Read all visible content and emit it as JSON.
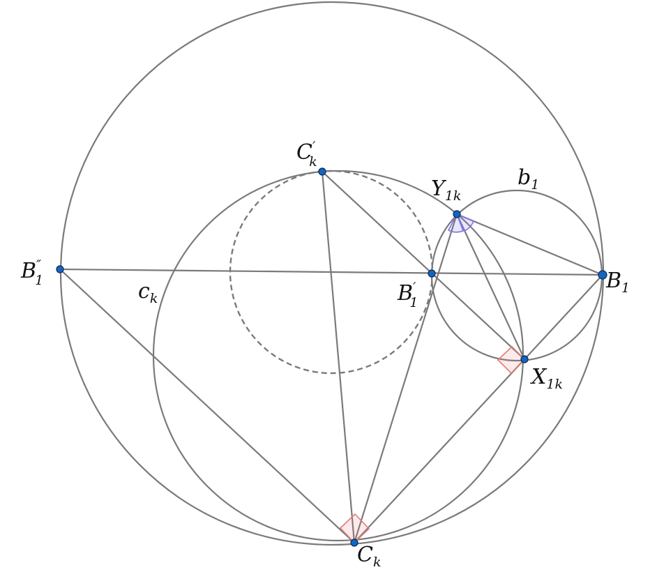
{
  "diagram": {
    "points": {
      "C_k_prime": {
        "letter": "C",
        "prime": "′",
        "sub": "k"
      },
      "Y_1k": {
        "letter": "Y",
        "sub": "1k"
      },
      "B1_double": {
        "letter": "B",
        "prime": "″",
        "sub": "1"
      },
      "B1_prime": {
        "letter": "B",
        "prime": "′",
        "sub": "1"
      },
      "B1": {
        "letter": "B",
        "sub": "1"
      },
      "X_1k": {
        "letter": "X",
        "sub": "1k"
      },
      "C_k": {
        "letter": "C",
        "sub": "k"
      }
    },
    "curves": {
      "b1": {
        "letter": "b",
        "sub": "1"
      },
      "c_k": {
        "letter": "c",
        "sub": "k"
      }
    },
    "colors": {
      "stroke": "#7a7a7a",
      "point": "#1565c0",
      "right_angle": "#e07a7a",
      "angle": "#7c74e0"
    }
  }
}
